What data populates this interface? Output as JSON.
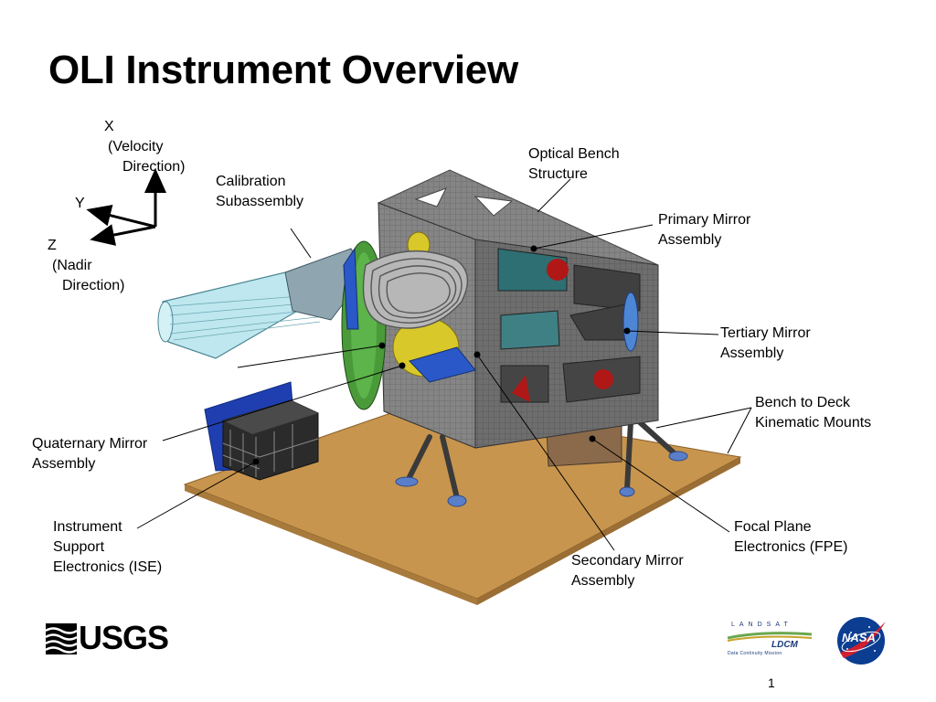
{
  "slide": {
    "title": "OLI Instrument Overview",
    "page_number": "1"
  },
  "axes": {
    "x": [
      "X",
      "(Velocity",
      "Direction)"
    ],
    "y": [
      "Y"
    ],
    "z": [
      "Z",
      "(Nadir",
      "Direction)"
    ]
  },
  "labels": {
    "calibration": [
      "Calibration",
      "Subassembly"
    ],
    "optical_bench": [
      "Optical Bench",
      "Structure"
    ],
    "primary_mirror": [
      "Primary Mirror",
      "Assembly"
    ],
    "tertiary_mirror": [
      "Tertiary Mirror",
      "Assembly"
    ],
    "bench_to_deck": [
      "Bench to Deck",
      "Kinematic Mounts"
    ],
    "quaternary_mirror": [
      "Quaternary Mirror",
      "Assembly"
    ],
    "ise": [
      "Instrument",
      "Support",
      "Electronics (ISE)"
    ],
    "secondary_mirror": [
      "Secondary Mirror",
      "Assembly"
    ],
    "fpe": [
      "Focal Plane",
      "Electronics (FPE)"
    ]
  },
  "logos": {
    "usgs": "USGS",
    "landsat_top": "LANDSAT",
    "ldcm": "LDCM",
    "ldcm_sub": "Data Continuity Mission",
    "nasa": "NASA"
  },
  "colors": {
    "deck": "#c8954e",
    "bench": "#6f6f6f",
    "ise_panel": "#1f3fb0",
    "baffle": "#bfe7ef",
    "accent_red": "#b01818",
    "nasa_blue": "#0b3d91"
  }
}
